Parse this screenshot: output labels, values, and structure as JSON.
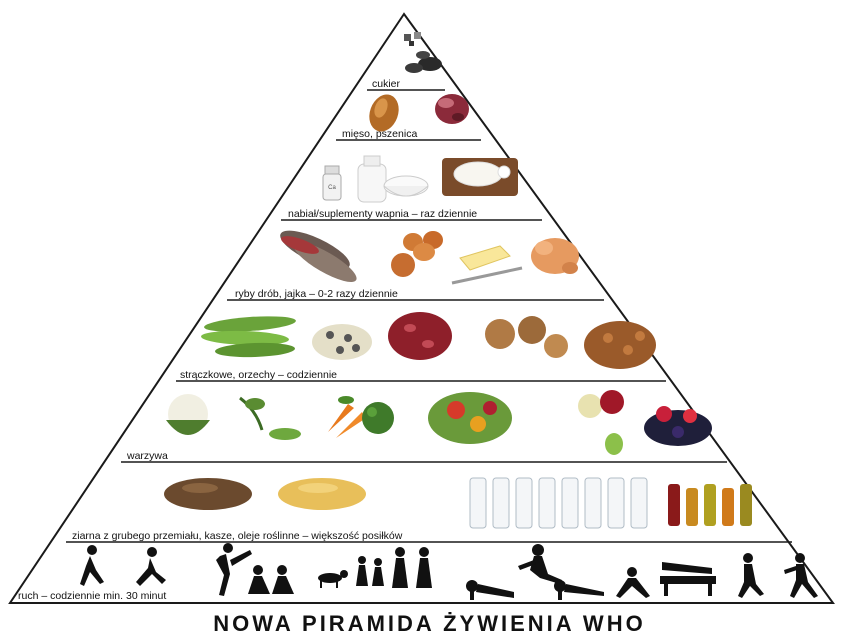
{
  "title": "NOWA PIRAMIDA ŻYWIENIA WHO",
  "levels": [
    {
      "label": "cukier",
      "items": [
        "sugar-cubes-icon"
      ]
    },
    {
      "label": "mięso, pszenica",
      "items": [
        "bread-roll-icon",
        "red-meat-icon"
      ]
    },
    {
      "label": "nabiał/suplementy wapnia – raz dziennie",
      "items": [
        "calcium-pill-bottle-icon",
        "milk-bottle-icon",
        "yogurt-bowl-icon",
        "cheese-board-icon"
      ]
    },
    {
      "label": "ryby drób, jajka – 0-2 razy dziennie",
      "items": [
        "fish-icon",
        "eggs-icon",
        "butter-icon",
        "chicken-icon"
      ]
    },
    {
      "label": "strączkowe, orzechy – codziennie",
      "items": [
        "green-peas-icon",
        "white-beans-icon",
        "red-beans-icon",
        "walnuts-icon",
        "hazelnuts-icon"
      ]
    },
    {
      "label": "warzywa",
      "items": [
        "cauliflower-icon",
        "herbs-icon",
        "carrots-icon",
        "broccoli-icon",
        "vegetable-bowl-icon",
        "apples-icon",
        "berries-icon"
      ]
    },
    {
      "label": "ziarna z grubego przemiału, kasze, oleje roślinne – większość posiłków",
      "items": [
        "buckwheat-icon",
        "couscous-icon",
        "water-bottles-icon",
        "oil-bottles-icon"
      ]
    },
    {
      "label": "ruch – codziennie min. 30 minut",
      "items": [
        "running-figure-icon",
        "jogging-figure-icon",
        "stretching-figure-icon",
        "sitting-figures-icon",
        "family-walk-icon",
        "dog-icon",
        "push-up-figure-icon",
        "jumping-figure-icon",
        "plank-figure-icon",
        "exercise-bench-icon",
        "lunge-figure-icon",
        "tai-chi-figure-icon"
      ]
    }
  ],
  "colors": {
    "outline": "#1a1a1a",
    "label": "#111111",
    "silhouette": "#111111"
  }
}
